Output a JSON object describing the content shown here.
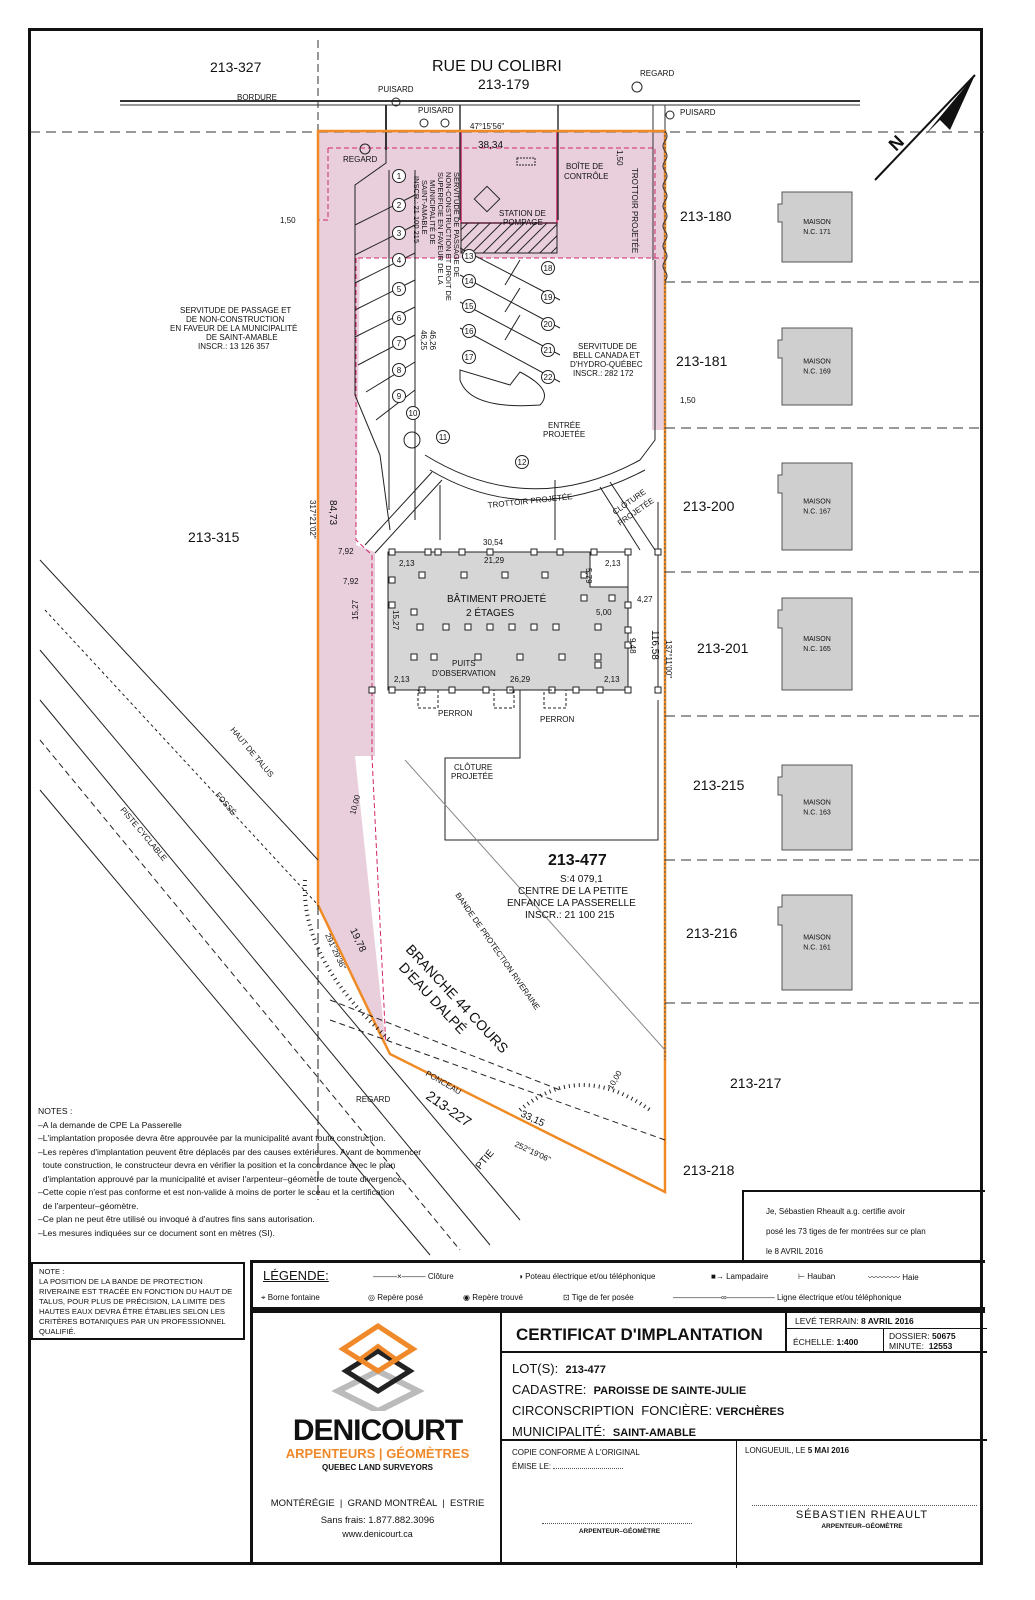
{
  "map": {
    "street": {
      "name": "RUE DU COLIBRI",
      "lot": "213-179",
      "curb": "BORDURE"
    },
    "utilities": {
      "puisard": "PUISARD",
      "regard": "REGARD",
      "boite_1": "BOÎTE DE",
      "boite_2": "CONTRÔLE",
      "station_1": "STATION DE",
      "station_2": "POMPAGE"
    },
    "adjacent_lots": {
      "l327": "213-327",
      "l315": "213-315",
      "l180": "213-180",
      "l181": "213-181",
      "l200": "213-200",
      "l201": "213-201",
      "l215": "213-215",
      "l216": "213-216",
      "l217": "213-217",
      "l218": "213-218",
      "l227": "213-227",
      "l227_ptie": "PTIE"
    },
    "houses": [
      {
        "label": "MAISON",
        "nc": "N.C. 171"
      },
      {
        "label": "MAISON",
        "nc": "N.C. 169"
      },
      {
        "label": "MAISON",
        "nc": "N.C. 167"
      },
      {
        "label": "MAISON",
        "nc": "N.C. 165"
      },
      {
        "label": "MAISON",
        "nc": "N.C. 163"
      },
      {
        "label": "MAISON",
        "nc": "N.C. 161"
      }
    ],
    "dimensions": {
      "top_bearing": "47°15'56\"",
      "top_length": "38,34",
      "setback_left": "1,50",
      "setback_top": "1,50",
      "setback_right": "1,50",
      "aisle_1": "46,26",
      "aisle_2": "46,25",
      "left_length": "84,73",
      "left_bearing": "317°21'02\"",
      "bldg_left_1": "7,92",
      "bldg_left_2": "7,92",
      "bldg_h_out": "15,27",
      "bldg_h_in": "15,27",
      "bldg_top_out": "30,54",
      "bldg_top_in": "21,29",
      "corner_tl": "2,13",
      "corner_tr": "2,13",
      "corner_bl": "2,13",
      "corner_br": "2,13",
      "notch_v": "5,79",
      "notch_h": "5,00",
      "bldg_right": "4,27",
      "notch_side": "9,48",
      "bldg_bottom": "26,29",
      "right_length": "116,58",
      "right_bearing": "137°11'00\"",
      "buffer_1": "10,00",
      "buffer_2": "10,00",
      "sw_length": "19,78",
      "sw_bearing": "291°29'36\"",
      "bottom_length": "33,15",
      "bottom_bearing": "252°19'06\""
    },
    "labels": {
      "trottoir_right": "TROTTOIR PROJETÉE",
      "trottoir_curve": "TROTTOIR PROJETÉE",
      "entree_1": "ENTRÉE",
      "entree_2": "PROJETÉE",
      "cloture_1": "CLÔTURE",
      "cloture_2": "PROJETÉE",
      "cloture_b1": "CLÔTURE",
      "cloture_b2": "PROJETÉE",
      "perron_1": "PERRON",
      "perron_2": "PERRON",
      "puits_1": "PUITS",
      "puits_2": "D'OBSERVATION",
      "building_1": "BÂTIMENT PROJETÉ",
      "building_2": "2 ÉTAGES",
      "haut_talus": "HAUT DE TALUS",
      "fosse": "FOSSÉ",
      "piste": "PISTE CYCLABLE",
      "bande": "BANDE DE PROTECTION RIVERAINE",
      "branche_1": "BRANCHE 44 COURS",
      "branche_2": "D'EAU DALPÉ",
      "ponceau": "PONCEAU"
    },
    "servitudes": {
      "muni_passage": [
        "SERVITUDE DE PASSAGE ET",
        "DE NON-CONSTRUCTION",
        "EN FAVEUR DE LA MUNICIPALITÉ",
        "DE SAINT-AMABLE",
        "INSCR.: 13 126 357"
      ],
      "muni_superficie": [
        "SERVITUDE DE PASSAGE DE",
        "NON-CONSTRUCTION ET DROIT DE",
        "SUPERFICIE EN FAVEUR DE LA",
        "MUNICIPALITÉ DE",
        "SAINT-AMABLE",
        "INSCR.: 21 100 215"
      ],
      "bell": [
        "SERVITUDE DE",
        "BELL CANADA ET",
        "D'HYDRO-QUÉBEC",
        "INSCR.: 282 172"
      ]
    },
    "subject_lot": {
      "number": "213-477",
      "area": "S:4 079,1",
      "owner_1": "CENTRE DE LA PETITE",
      "owner_2": "ENFANCE LA PASSERELLE",
      "inscr": "INSCR.: 21 100 215"
    },
    "parking_spaces": [
      "1",
      "2",
      "3",
      "4",
      "5",
      "6",
      "7",
      "8",
      "9",
      "10",
      "11",
      "12",
      "13",
      "14",
      "15",
      "16",
      "17",
      "18",
      "19",
      "20",
      "21",
      "22"
    ],
    "north": "N"
  },
  "notes": {
    "title": "NOTES :",
    "lines": [
      "–A la demande de CPE La Passerelle",
      "–L'implantation proposée devra être approuvée par la municipalité avant toute construction.",
      "–Les repères d'implantation peuvent être déplacés par des causes extérieures. Avant de commencer",
      "  toute construction, le constructeur devra en vérifier la position et la concordance avec le plan",
      "  d'implantation approuvé par la municipalité et aviser l'arpenteur–géomètre de toute divergence",
      "–Cette copie n'est pas conforme et est non-valide à moins de porter le sceau et la certification",
      "  de l'arpenteur–géomètre.",
      "–Ce plan ne peut être utilisé ou invoqué à d'autres fins sans autorisation.",
      "–Les mesures indiquées sur ce document sont en mètres (SI)."
    ]
  },
  "certification": {
    "line1": "Je, Sébastien Rheault     a.g. certifie avoir",
    "line2": "posé les 73 tiges de fer montrées sur ce plan",
    "line3": "le 8 AVRIL 2016"
  },
  "note_box": {
    "title": "NOTE :",
    "text": "LA POSITION DE LA BANDE DE PROTECTION RIVERAINE EST TRACÉE EN FONCTION DU HAUT DE TALUS, POUR PLUS DE PRÉCISION, LA LIMITE DES HAUTES EAUX DEVRA ÊTRE ÉTABLIES SELON LES CRITÈRES BOTANIQUES PAR UN PROFESSIONNEL QUALIFIÉ."
  },
  "legend": {
    "title": "LÉGENDE:",
    "items": {
      "cloture": "Clôture",
      "poteau": "Poteau électrique et/ou téléphonique",
      "lampadaire": "Lampadaire",
      "hauban": "Hauban",
      "haie": "Haie",
      "borne": "Borne fontaine",
      "repere_pose": "Repère posé",
      "repere_trouve": "Repère trouvé",
      "tige": "Tige de fer posée",
      "ligne": "Ligne électrique et/ou téléphonique"
    }
  },
  "company": {
    "name": "DENICOURT",
    "tagline_1": "ARPENTEURS",
    "tagline_2": "GÉOMÈTRES",
    "subtitle": "QUEBEC LAND SURVEYORS",
    "regions": "MONTÉRÉGIE  |  GRAND MONTRÉAL  |  ESTRIE",
    "phone": "Sans frais:  1.877.882.3096",
    "website": "www.denicourt.ca",
    "orange": "#f0892a"
  },
  "title_block": {
    "title": "CERTIFICAT D'IMPLANTATION",
    "leve_label": "LEVÉ TERRAIN:",
    "leve_value": "8 AVRIL 2016",
    "echelle_label": "ÉCHELLE:",
    "echelle_value": "1:400",
    "dossier_label": "DOSSIER:",
    "dossier_value": "50675",
    "minute_label": "MINUTE:",
    "minute_value": "12553",
    "lot_label": "LOT(S):",
    "lot_value": "213-477",
    "cadastre_label": "CADASTRE:",
    "cadastre_value": "PAROISSE DE SAINTE-JULIE",
    "circ_label": "CIRCONSCRIPTION  FONCIÈRE:",
    "circ_value": "VERCHÈRES",
    "muni_label": "MUNICIPALITÉ:",
    "muni_value": "SAINT-AMABLE",
    "copie": "COPIE CONFORME À L'ORIGINAL",
    "emise": "ÉMISE LE:",
    "sig_left": "ARPENTEUR–GÉOMÈTRE",
    "place_label": "LONGUEUIL, LE",
    "place_date": "5 MAI 2016",
    "surveyor": "SÉBASTIEN RHEAULT",
    "sig_right": "ARPENTEUR–GÉOMÈTRE"
  },
  "colors": {
    "lot_line": "#f08a24",
    "servitude_fill": "#e9cfdc",
    "servitude_line": "#d2246a",
    "building": "#d6d6d6",
    "house": "#cfcfcf"
  }
}
